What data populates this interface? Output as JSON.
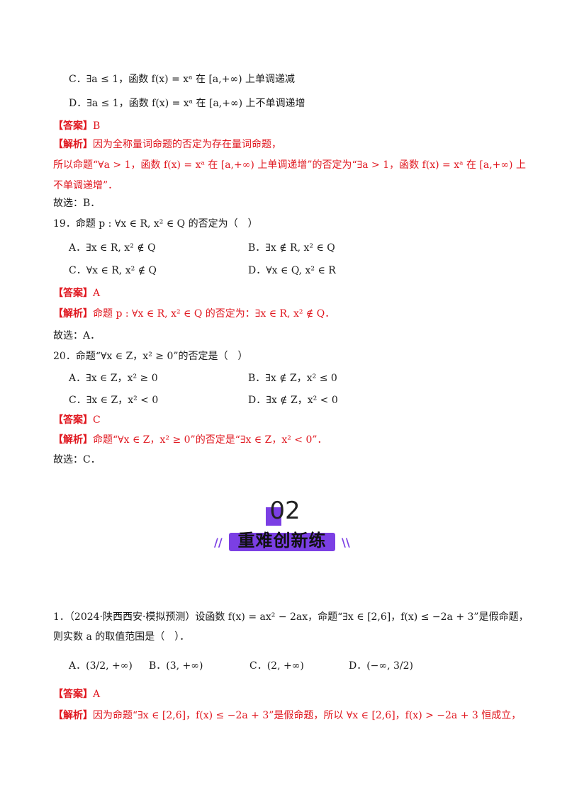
{
  "q18": {
    "optC": "C．∃a ≤ 1，函数 f(x) = xᵃ 在 [a,+∞) 上单调递减",
    "optD": "D．∃a ≤ 1，函数 f(x) = xᵃ 在 [a,+∞) 上不单调递增",
    "answer_tag": "【答案】",
    "answer": "B",
    "analysis_tag": "【解析】",
    "analysis_1": "因为全称量词命题的否定为存在量词命题，",
    "analysis_2": "所以命题“∀a > 1，函数 f(x) = xᵃ 在 [a,+∞) 上单调递增”的否定为“∃a > 1，函数 f(x) = xᵃ 在 [a,+∞) 上",
    "analysis_3": "不单调递增”．",
    "choose": "故选：B．"
  },
  "q19": {
    "stem": "19．命题 p : ∀x ∈ R, x² ∈ Q 的否定为（　）",
    "optA": "A．∃x ∈ R, x² ∉ Q",
    "optB": "B．∃x ∉ R, x² ∈ Q",
    "optC": "C．∀x ∈ R, x² ∉ Q",
    "optD": "D．∀x ∈ Q, x² ∈ R",
    "answer_tag": "【答案】",
    "answer": "A",
    "analysis_tag": "【解析】",
    "analysis_1": "命题 p : ∀x ∈ R, x² ∈ Q 的否定为：∃x ∈ R, x² ∉ Q．",
    "choose": "故选：A．"
  },
  "q20": {
    "stem": "20．命题“∀x ∈ Z，x² ≥ 0”的否定是（　）",
    "optA": "A．∃x ∈ Z，x² ≥ 0",
    "optB": "B．∃x ∉ Z，x² ≤ 0",
    "optC": "C．∃x ∈ Z，x² < 0",
    "optD": "D．∃x ∉ Z，x² < 0",
    "answer_tag": "【答案】",
    "answer": "C",
    "analysis_tag": "【解析】",
    "analysis_1": "命题“∀x ∈ Z，x² ≥ 0”的否定是“∃x ∈ Z，x² < 0”．",
    "choose": "故选：C．"
  },
  "section": {
    "number": "02",
    "title": "重难创新练",
    "left_deco": "//",
    "right_deco": "\\\\"
  },
  "p1": {
    "stem_1": "1．（2024·陕西西安·模拟预测）设函数 f(x) = ax² − 2ax，命题“∃x ∈ [2,6]，f(x) ≤ −2a + 3”是假命题，",
    "stem_2": "则实数 a 的取值范围是（　）．",
    "optA": "A．(3/2, +∞)",
    "optB": "B．(3, +∞)",
    "optC": "C．(2, +∞)",
    "optD": "D．(−∞, 3/2)",
    "answer_tag": "【答案】",
    "answer": "A",
    "analysis_tag": "【解析】",
    "analysis_1": "因为命题“∃x ∈ [2,6]，f(x) ≤ −2a + 3”是假命题，所以 ∀x ∈ [2,6]，f(x) > −2a + 3 恒成立，"
  },
  "colors": {
    "accent_red": "#e0161e",
    "section_purple": "#7b3fe4"
  }
}
